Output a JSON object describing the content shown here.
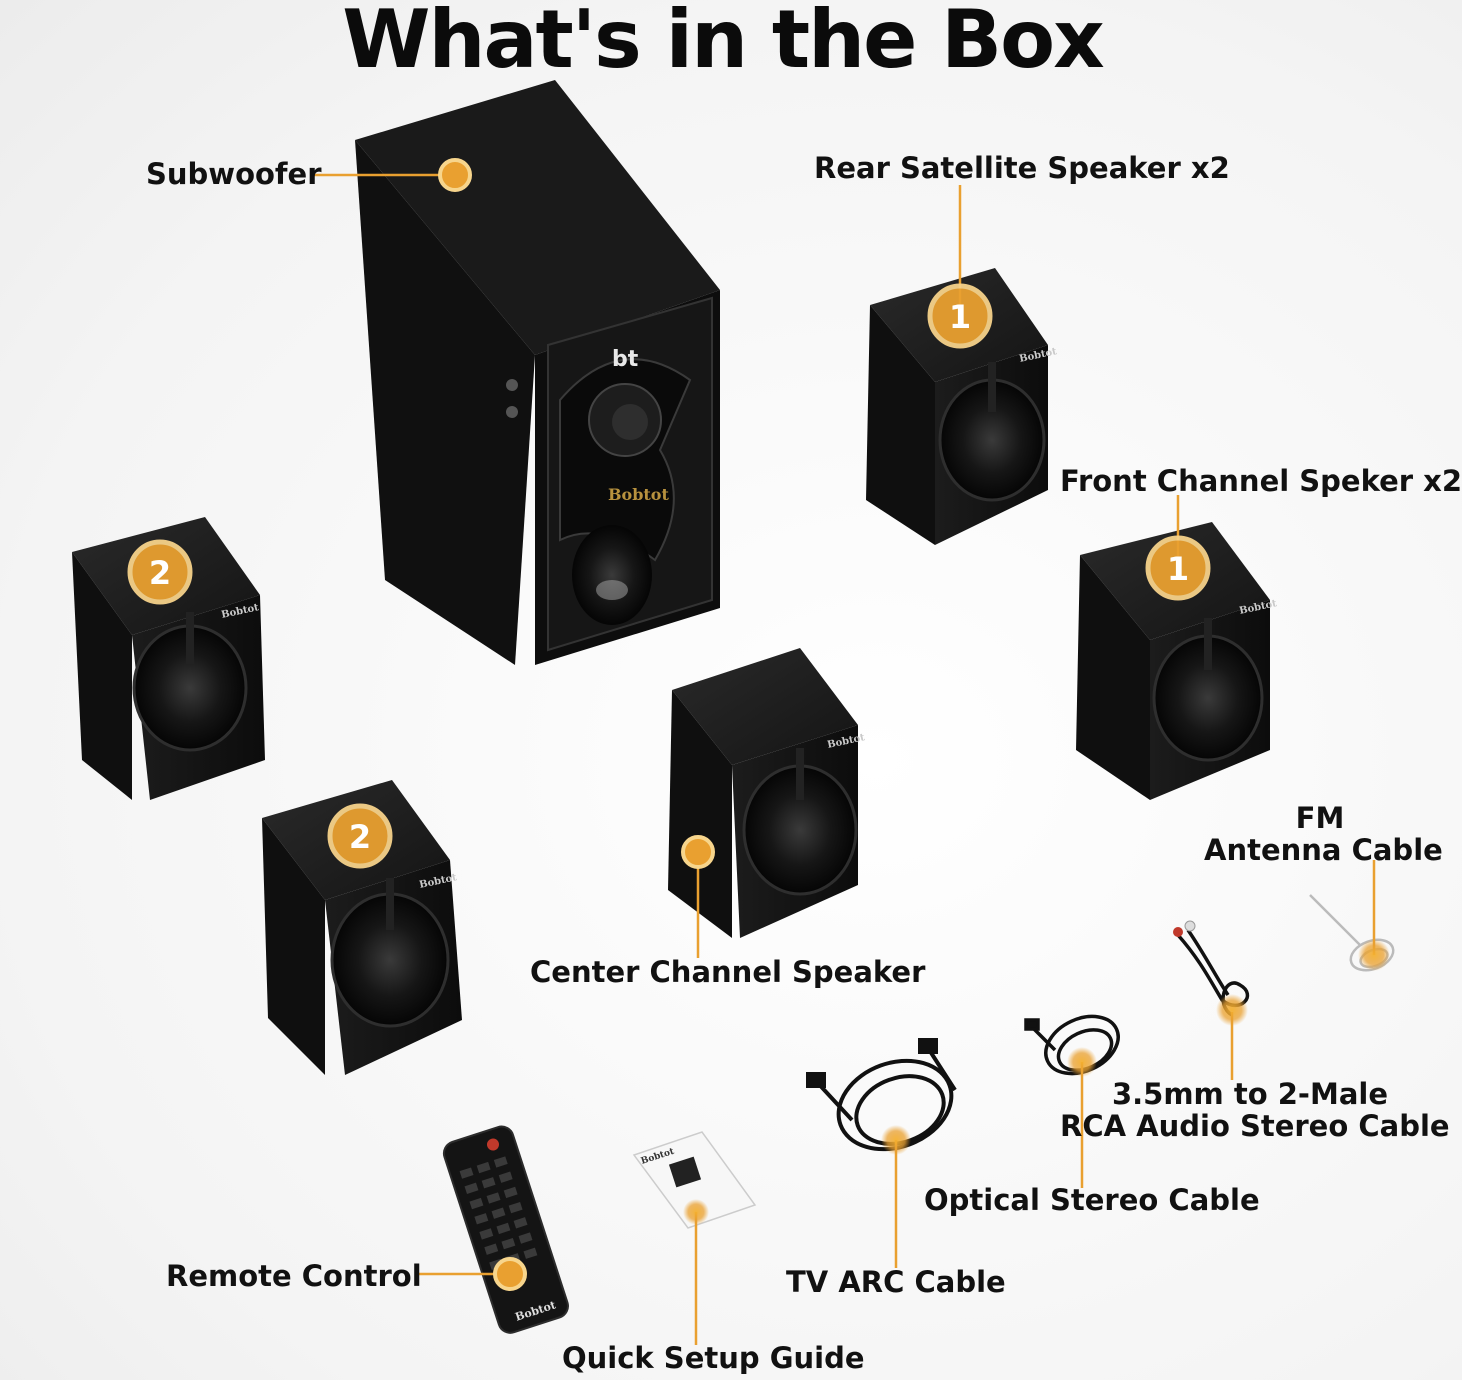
{
  "title": "What's in the Box",
  "accent_color": "#e9a030",
  "brand": "Bobtot",
  "display_text": "bt",
  "labels": {
    "subwoofer": "Subwoofer",
    "rear_satellite": "Rear Satellite Speaker x2",
    "front_channel": "Front Channel Speker x2",
    "fm_antenna_line1": "FM",
    "fm_antenna_line2": "Antenna Cable",
    "center_channel": "Center Channel Speaker",
    "rca_line1": "3.5mm to 2-Male",
    "rca_line2": "RCA Audio Stereo Cable",
    "optical": "Optical Stereo Cable",
    "tv_arc": "TV ARC Cable",
    "remote": "Remote Control",
    "quick_guide": "Quick Setup Guide"
  },
  "badges": {
    "rear": "1",
    "front": "1",
    "left_top": "2",
    "left_bottom": "2"
  }
}
